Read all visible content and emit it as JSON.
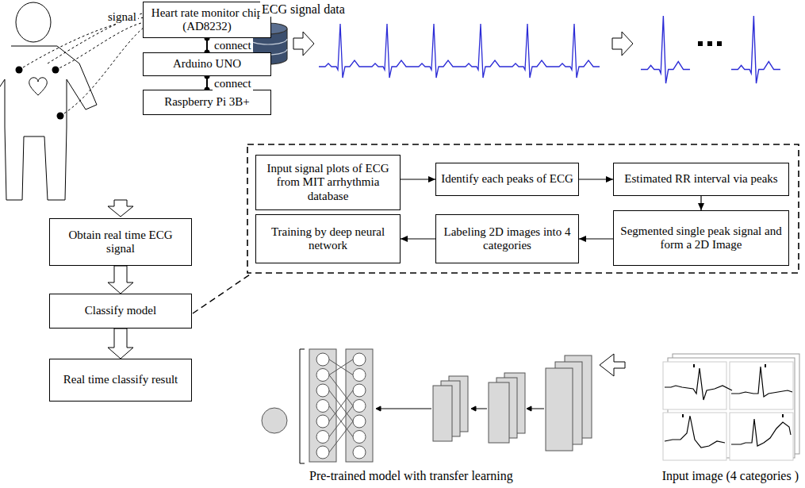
{
  "diagram": {
    "nodes": [
      {
        "text": [
          "Heart rate monitor chip (AD8232)"
        ]
      },
      {
        "text": [
          "Arduino UNO"
        ]
      },
      {
        "text": [
          "Raspberry Pi 3B+"
        ]
      },
      {
        "text": [
          "Obtain real time ECG signal"
        ]
      },
      {
        "text": [
          "Classify model"
        ]
      },
      {
        "text": [
          "Real time classify result"
        ]
      },
      {
        "text": [
          "Input signal plots of ECG from MIT arrhythmia database"
        ]
      },
      {
        "text": [
          "Identify each peaks of ECG"
        ]
      },
      {
        "text": [
          "Estimated RR interval via peaks"
        ]
      },
      {
        "text": [
          "Training by deep neural network"
        ]
      },
      {
        "text": [
          "Labeling 2D images into 4 categories"
        ]
      },
      {
        "text": [
          "Segmented single peak signal and form a 2D Image"
        ]
      }
    ],
    "edges": [
      {
        "from": 0,
        "to": 1,
        "arrow": "none",
        "label": "connect"
      },
      {
        "from": 1,
        "to": 2,
        "arrow": "none",
        "label": "connect"
      },
      {
        "from": 3,
        "to": 4,
        "arrow": "to"
      },
      {
        "from": 4,
        "to": 5,
        "arrow": "to"
      },
      {
        "from": 6,
        "to": 7,
        "arrow": "to"
      },
      {
        "from": 7,
        "to": 8,
        "arrow": "to"
      },
      {
        "from": 8,
        "to": 11,
        "arrow": "to"
      },
      {
        "from": 11,
        "to": 10,
        "arrow": "to"
      },
      {
        "from": 10,
        "to": 9,
        "arrow": "to"
      }
    ],
    "labels": [
      "signal",
      "ECG signal data",
      "Pre-trained model with transfer learning",
      "Input image (4 categories )"
    ]
  }
}
